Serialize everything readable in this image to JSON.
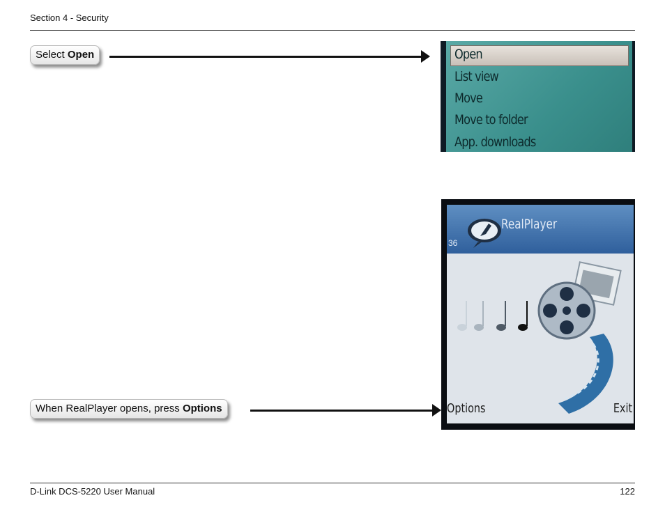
{
  "header": {
    "section": "Section 4 - Security"
  },
  "callouts": {
    "first": {
      "prefix": "Select ",
      "bold": "Open"
    },
    "second": {
      "prefix": "When RealPlayer opens, press ",
      "bold": "Options"
    }
  },
  "screen1": {
    "menu": [
      "Open",
      "List view",
      "Move",
      "Move to folder",
      "App. downloads"
    ]
  },
  "screen2": {
    "app_title": "RealPlayer",
    "status_number": "36",
    "left_softkey": "Options",
    "right_softkey": "Exit"
  },
  "footer": {
    "manual": "D-Link DCS-5220 User Manual",
    "page": "122"
  }
}
